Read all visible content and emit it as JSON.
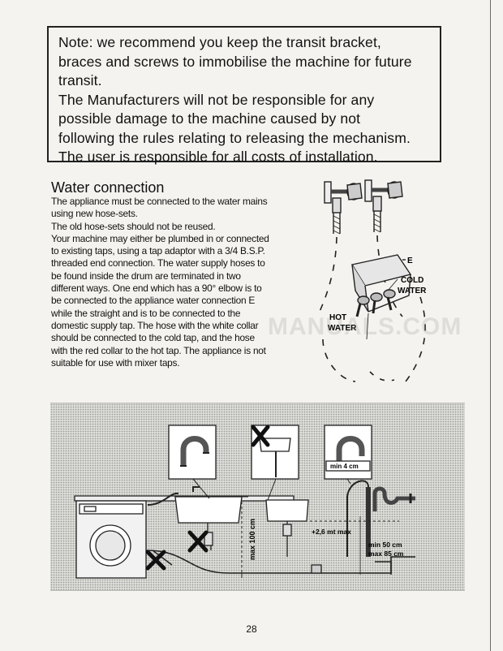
{
  "note": {
    "lines": [
      "Note: we recommend you keep the transit bracket,",
      "braces and screws to immobilise the machine for future",
      "transit.",
      "The Manufacturers will not be responsible for any",
      "possible damage to the machine caused by not",
      "following the rules relating to releasing the mechanism.",
      "The user is responsible for all costs of installation."
    ]
  },
  "water_connection": {
    "title": "Water connection",
    "lines": [
      "The appliance must be connected to the water mains",
      "using new hose-sets.",
      "The old hose-sets should not be reused.",
      "Your machine may either be plumbed in or connected",
      "to existing taps, using a tap adaptor with a 3/4 B.S.P.",
      "threaded end connection. The water supply hoses to",
      "be found inside the drum are terminated in two",
      "different ways. One end which has a 90° elbow is to",
      "be connected to the appliance water connection E",
      "while the straight and is to be connected to the",
      "domestic supply tap. The hose with the white collar",
      "should be connected to the cold tap, and the hose",
      "with the red collar to the hot tap. The appliance is not",
      "suitable for use with mixer taps."
    ]
  },
  "taps_figure": {
    "label_e": "E",
    "label_cold_1": "COLD",
    "label_cold_2": "WATER",
    "label_hot_1": "HOT",
    "label_hot_2": "WATER"
  },
  "install_figure": {
    "label_min4": "min 4 cm",
    "label_max100": "max 100 cm",
    "label_plus26": "+2,6 mt max",
    "label_min50": "min 50 cm",
    "label_max85": "max 85 cm"
  },
  "watermark": "MANUALS.COM",
  "page_number": "28"
}
